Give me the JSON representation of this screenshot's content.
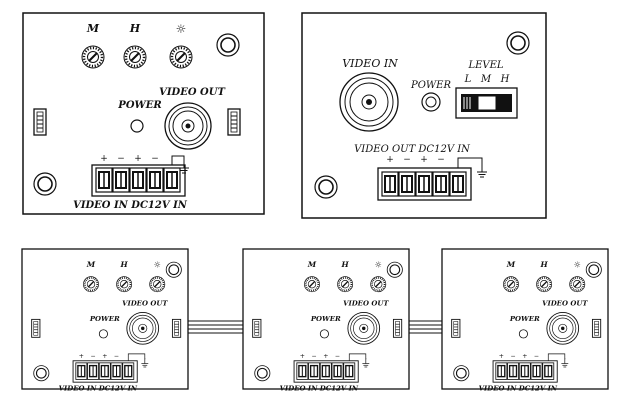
{
  "receiver_panel": {
    "knob_labels": [
      "M",
      "H",
      "☼"
    ],
    "knob_icon": "trimmer-potentiometer-icon",
    "power_label": "POWER",
    "video_out_label": "VIDEO OUT",
    "terminal_marks": [
      "+",
      "−",
      "+",
      "−"
    ],
    "terminal_bottom_label": "VIDEO IN  DC12V IN",
    "ground_icon": "ground-symbol-icon",
    "connector_icon": "rj45-port-icon",
    "bnc_icon": "bnc-connector-icon",
    "mount_icon": "mounting-hole-icon"
  },
  "transmitter_panel": {
    "video_in_label": "VIDEO  IN",
    "power_label": "POWER",
    "level_label": "LEVEL",
    "level_positions": [
      "L",
      "M",
      "H"
    ],
    "video_out_label": "VIDEO OUT  DC12V IN",
    "terminal_marks": [
      "+",
      "−",
      "+",
      "−"
    ],
    "switch_icon": "slide-switch-icon"
  },
  "chain_panels": {
    "count": 3,
    "knob_labels": [
      "M",
      "H",
      "☼"
    ],
    "power_label": "POWER",
    "video_out_label": "VIDEO OUT",
    "terminal_marks": [
      "+",
      "−",
      "+",
      "−"
    ],
    "terminal_bottom_label": "VIDEO IN  DC12V IN",
    "cable_icon": "ribbon-cable-icon"
  }
}
